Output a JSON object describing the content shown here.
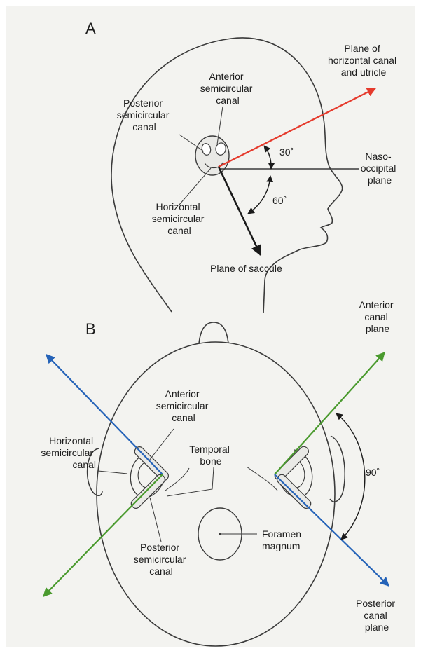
{
  "panel_a": {
    "letter": "A",
    "labels": {
      "anterior": [
        "Anterior",
        "semicircular",
        "canal"
      ],
      "posterior": [
        "Posterior",
        "semicircular",
        "canal"
      ],
      "horizontal": [
        "Horizontal",
        "semicircular",
        "canal"
      ],
      "utricle_plane": [
        "Plane of",
        "horizontal canal",
        "and utricle"
      ],
      "naso_occipital": [
        "Naso-",
        "occipital",
        "plane"
      ],
      "saccule_plane": "Plane of saccule",
      "angle_upper": "30˚",
      "angle_lower": "60˚"
    }
  },
  "panel_b": {
    "letter": "B",
    "labels": {
      "anterior_canal_plane": [
        "Anterior",
        "canal",
        "plane"
      ],
      "posterior_canal_plane": [
        "Posterior",
        "canal",
        "plane"
      ],
      "anterior": [
        "Anterior",
        "semicircular",
        "canal"
      ],
      "horizontal": [
        "Horizontal",
        "semicircular",
        "canal"
      ],
      "temporal_bone": [
        "Temporal",
        "bone"
      ],
      "posterior": [
        "Posterior",
        "semicircular",
        "canal"
      ],
      "foramen": [
        "Foramen",
        "magnum"
      ],
      "angle": "90˚"
    }
  },
  "colors": {
    "background": "#f3f3f0",
    "outline": "#3a3a3a",
    "red_arrow": "#e53a2c",
    "blue_arrow": "#2563b8",
    "green_arrow": "#4a9a2e",
    "black_arrow": "#1a1a1a"
  }
}
